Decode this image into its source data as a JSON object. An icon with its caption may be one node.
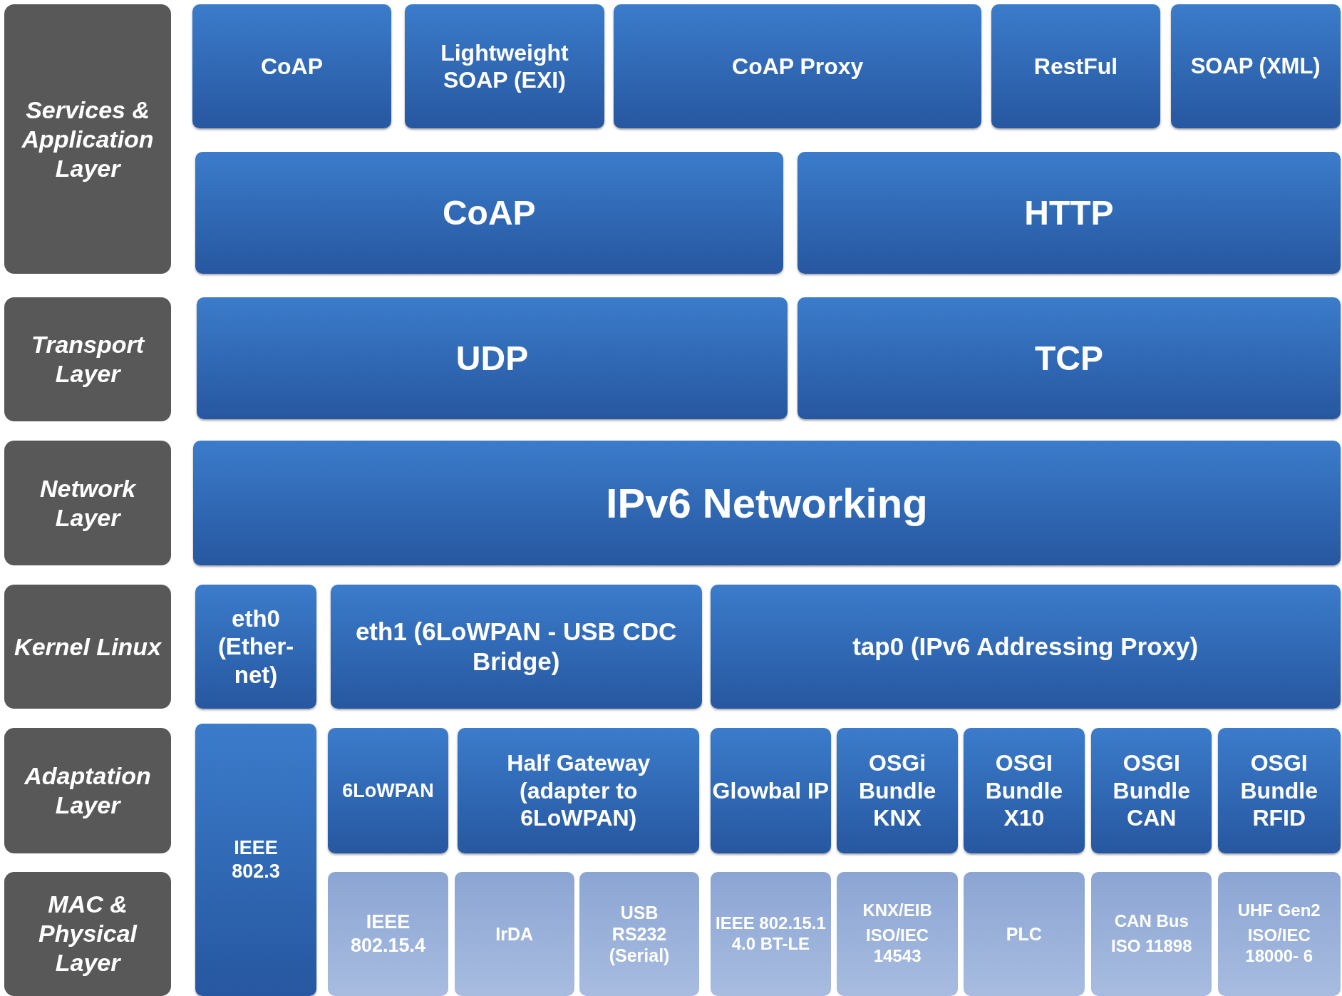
{
  "diagram": {
    "nodes": [
      {
        "text": [
          "Services & Application Layer"
        ]
      },
      {
        "text": [
          "CoAP"
        ]
      },
      {
        "text": [
          "Lightweight SOAP (EXI)"
        ]
      },
      {
        "text": [
          "CoAP Proxy"
        ]
      },
      {
        "text": [
          "RestFul"
        ]
      },
      {
        "text": [
          "SOAP (XML)"
        ]
      },
      {
        "text": [
          "CoAP"
        ]
      },
      {
        "text": [
          "HTTP"
        ]
      },
      {
        "text": [
          "Transport Layer"
        ]
      },
      {
        "text": [
          "UDP"
        ]
      },
      {
        "text": [
          "TCP"
        ]
      },
      {
        "text": [
          "Network Layer"
        ]
      },
      {
        "text": [
          "IPv6 Networking"
        ]
      },
      {
        "text": [
          "Kernel Linux"
        ]
      },
      {
        "text": [
          "eth0 (Ether- net)"
        ]
      },
      {
        "text": [
          "eth1 (6LoWPAN - USB CDC Bridge)"
        ]
      },
      {
        "text": [
          "tap0 (IPv6 Addressing Proxy)"
        ]
      },
      {
        "text": [
          "Adaptation Layer"
        ]
      },
      {
        "text": [
          "IEEE 802.3"
        ]
      },
      {
        "text": [
          "6LoWPAN"
        ]
      },
      {
        "text": [
          "Half Gateway (adapter to 6LoWPAN)"
        ]
      },
      {
        "text": [
          "Glowbal IP"
        ]
      },
      {
        "text": [
          "OSGi Bundle KNX"
        ]
      },
      {
        "text": [
          "OSGI Bundle X10"
        ]
      },
      {
        "text": [
          "OSGI Bundle CAN"
        ]
      },
      {
        "text": [
          "OSGI Bundle RFID"
        ]
      },
      {
        "text": [
          "MAC & Physical Layer"
        ]
      },
      {
        "text": [
          "IEEE 802.15.4"
        ]
      },
      {
        "text": [
          "IrDA"
        ]
      },
      {
        "text": [
          "USB RS232 (Serial)"
        ]
      },
      {
        "text": [
          "IEEE 802.15.1 4.0 BT-LE"
        ]
      },
      {
        "text": [
          "KNX/EIB",
          "ISO/IEC 14543"
        ]
      },
      {
        "text": [
          "PLC"
        ]
      },
      {
        "text": [
          "CAN Bus",
          "ISO 11898"
        ]
      },
      {
        "text": [
          "UHF Gen2",
          "ISO/IEC 18000- 6"
        ]
      }
    ]
  }
}
